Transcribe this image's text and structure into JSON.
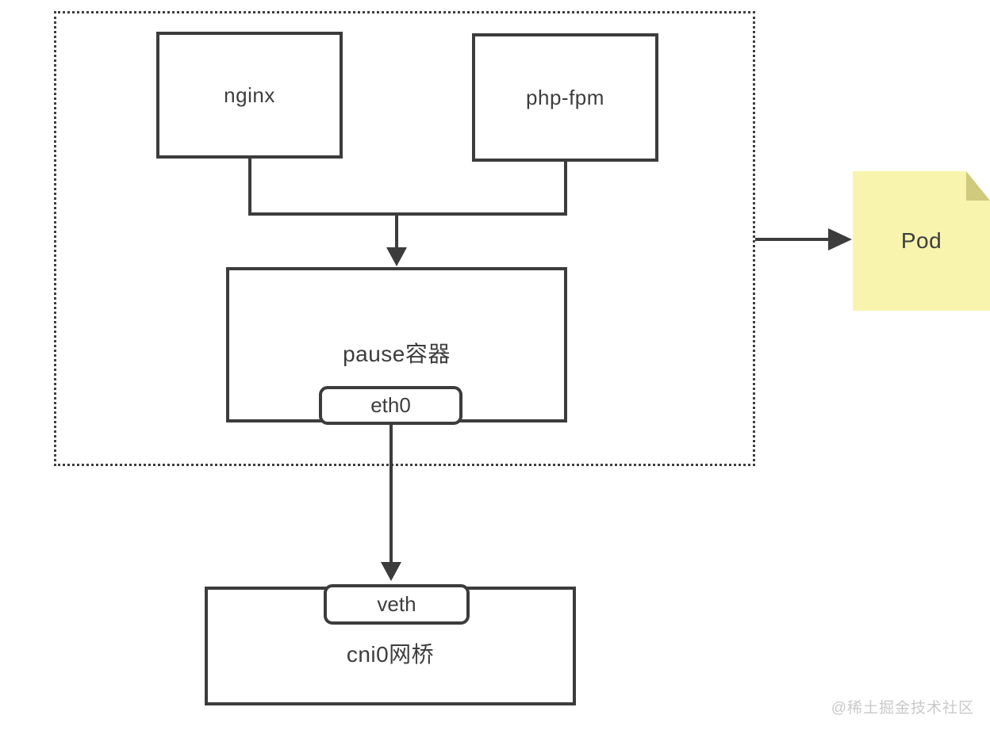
{
  "nodes": {
    "nginx": {
      "label": "nginx"
    },
    "php_fpm": {
      "label": "php-fpm"
    },
    "pause": {
      "label": "pause容器"
    },
    "eth0": {
      "label": "eth0"
    },
    "veth": {
      "label": "veth"
    },
    "cni0": {
      "label": "cni0网桥"
    },
    "pod_note": {
      "label": "Pod"
    }
  },
  "watermark": {
    "text": "@稀土掘金技术社区"
  },
  "colors": {
    "line": "#3c3c3c",
    "text": "#3d3d3d",
    "boundary_dots": "#3e3e3e",
    "note_background": "#f8f4ae",
    "note_fold": "#cfca7d",
    "watermark_text": "#c9c9c9",
    "canvas_background": "#ffffff"
  }
}
